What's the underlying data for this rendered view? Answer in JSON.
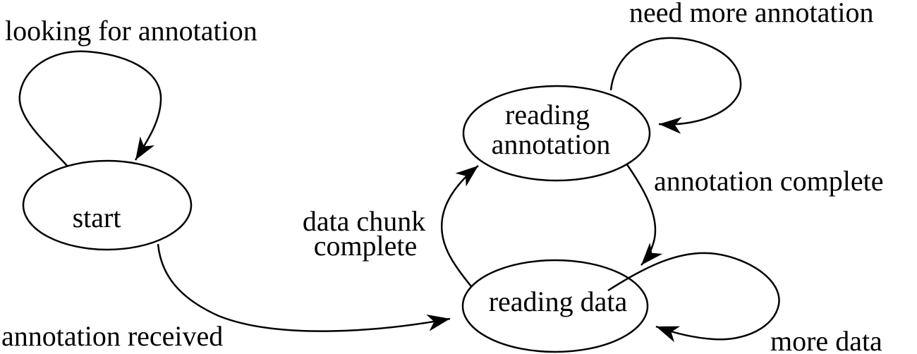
{
  "diagram": {
    "type": "state-machine",
    "colors": {
      "stroke": "#000000",
      "background": "#ffffff",
      "text": "#000000"
    },
    "states": [
      {
        "id": "start",
        "label": "start"
      },
      {
        "id": "reading-annotation",
        "label_line1": "reading",
        "label_line2": "annotation"
      },
      {
        "id": "reading-data",
        "label": "reading data"
      }
    ],
    "transitions": [
      {
        "from": "start",
        "to": "start",
        "label": "looking for annotation"
      },
      {
        "from": "start",
        "to": "reading-data",
        "label": "annotation received"
      },
      {
        "from": "reading-data",
        "to": "reading-annotation",
        "label_line1": "data chunk",
        "label_line2": "complete"
      },
      {
        "from": "reading-annotation",
        "to": "reading-data",
        "label": "annotation complete"
      },
      {
        "from": "reading-annotation",
        "to": "reading-annotation",
        "label": "need more annotation"
      },
      {
        "from": "reading-data",
        "to": "reading-data",
        "label": "more data"
      }
    ]
  }
}
